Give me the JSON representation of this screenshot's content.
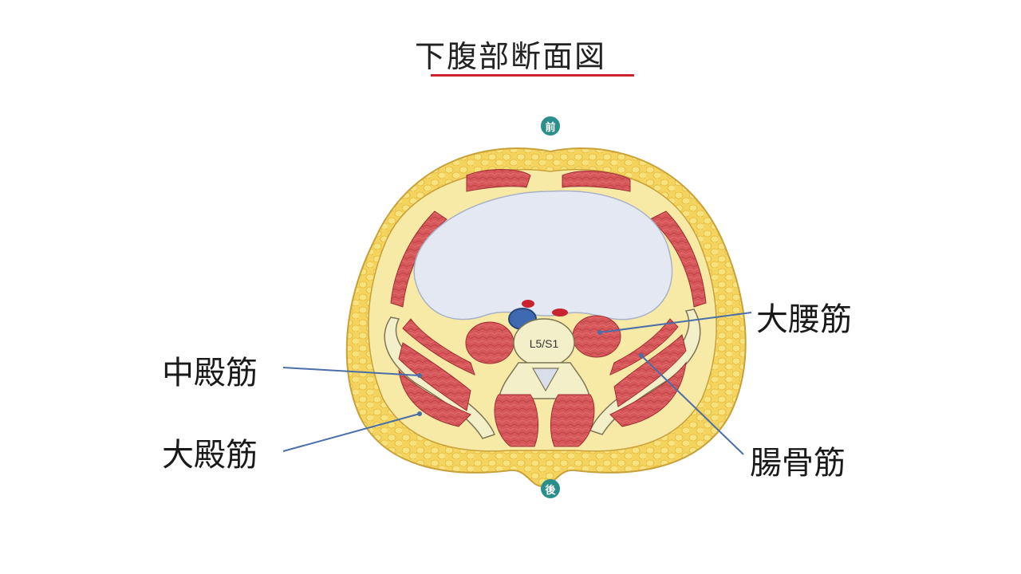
{
  "title": "下腹部断面図",
  "orientation": {
    "front": "前",
    "back": "後"
  },
  "vertebra": "L5/S1",
  "labels": {
    "psoas_major": "大腰筋",
    "gluteus_medius": "中殿筋",
    "gluteus_maximus": "大殿筋",
    "iliacus": "腸骨筋"
  },
  "colors": {
    "fat": "#f4d35e",
    "muscle": "#d7585a",
    "cavity": "#e3e8f3",
    "bone": "#f3efc9",
    "pointer": "#4a6ea8",
    "accent": "#c9232d"
  }
}
